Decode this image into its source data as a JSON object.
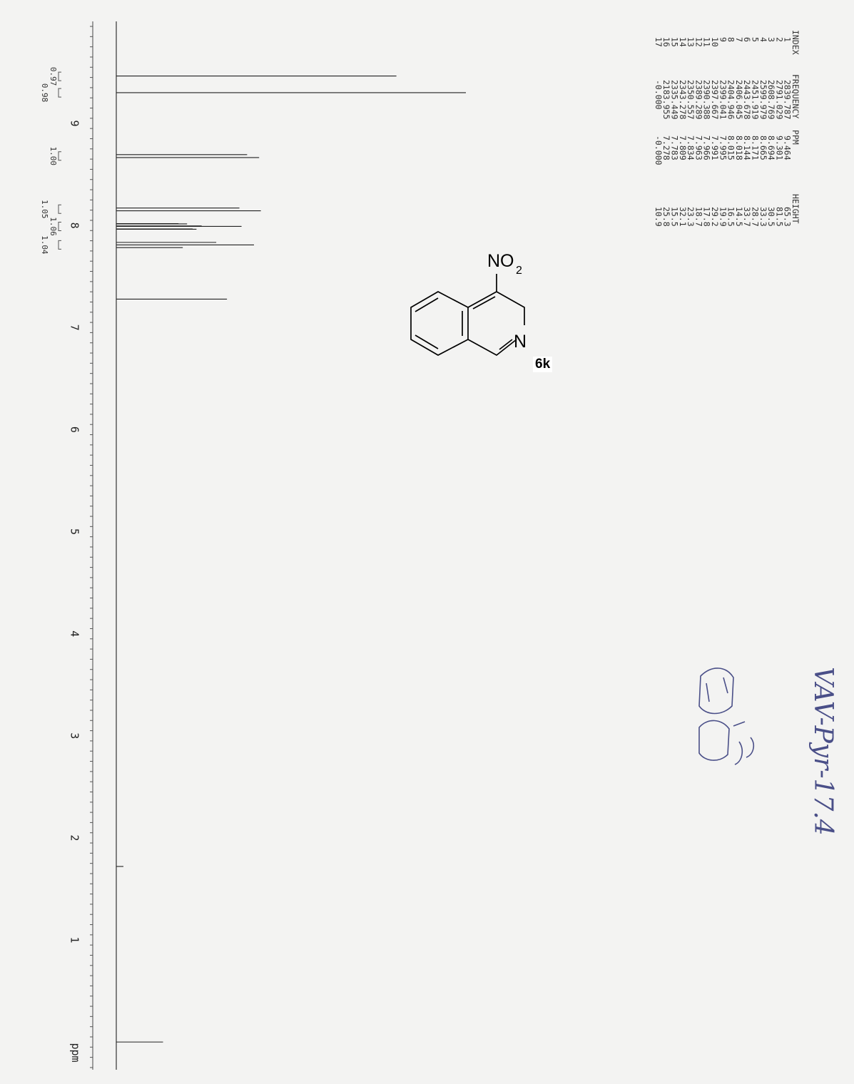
{
  "compound_label": "6k",
  "substituent_label": "NO",
  "substituent_subscript": "2",
  "ring_atom_label": "N",
  "handwritten_note": "VAV-Pyr-17.4",
  "table": {
    "headers": [
      "INDEX",
      "FREQUENCY",
      "PPM",
      "HEIGHT"
    ],
    "rows": [
      [
        "1",
        "2839.787",
        "9.464",
        "65.3"
      ],
      [
        "2",
        "2791.029",
        "9.301",
        "81.5"
      ],
      [
        "3",
        "2608.769",
        "8.694",
        "30.5"
      ],
      [
        "4",
        "2599.979",
        "8.665",
        "33.3"
      ],
      [
        "5",
        "2451.919",
        "8.171",
        "28.7"
      ],
      [
        "6",
        "2443.678",
        "8.144",
        "33.7"
      ],
      [
        "7",
        "2406.045",
        "8.018",
        "14.5"
      ],
      [
        "8",
        "2404.946",
        "8.015",
        "16.5"
      ],
      [
        "9",
        "2399.041",
        "7.995",
        "19.9"
      ],
      [
        "10",
        "2397.667",
        "7.991",
        "29.2"
      ],
      [
        "11",
        "2390.388",
        "7.966",
        "17.8"
      ],
      [
        "12",
        "2389.289",
        "7.963",
        "18.7"
      ],
      [
        "13",
        "2350.557",
        "7.834",
        "23.3"
      ],
      [
        "14",
        "2343.278",
        "7.809",
        "32.1"
      ],
      [
        "15",
        "2335.449",
        "7.783",
        "15.5"
      ],
      [
        "16",
        "2183.955",
        "7.278",
        "25.8"
      ],
      [
        "17",
        "-0.000",
        "-0.000",
        "10.9"
      ]
    ]
  },
  "chart_data": {
    "type": "line",
    "title": "",
    "xlabel": "ppm",
    "ylabel": "",
    "x_reversed": true,
    "xlim": [
      9.95,
      -0.45
    ],
    "x_ticks": [
      9,
      8,
      7,
      6,
      5,
      4,
      3,
      2,
      1
    ],
    "axis_label": "ppm",
    "peaks": [
      {
        "ppm": 9.464,
        "height": 65.3
      },
      {
        "ppm": 9.301,
        "height": 81.5
      },
      {
        "ppm": 8.694,
        "height": 30.5
      },
      {
        "ppm": 8.665,
        "height": 33.3
      },
      {
        "ppm": 8.171,
        "height": 28.7
      },
      {
        "ppm": 8.144,
        "height": 33.7
      },
      {
        "ppm": 8.018,
        "height": 14.5
      },
      {
        "ppm": 8.015,
        "height": 16.5
      },
      {
        "ppm": 7.995,
        "height": 19.9
      },
      {
        "ppm": 7.991,
        "height": 29.2
      },
      {
        "ppm": 7.966,
        "height": 17.8
      },
      {
        "ppm": 7.963,
        "height": 18.7
      },
      {
        "ppm": 7.834,
        "height": 23.3
      },
      {
        "ppm": 7.809,
        "height": 32.1
      },
      {
        "ppm": 7.783,
        "height": 15.5
      },
      {
        "ppm": 7.278,
        "height": 25.8
      },
      {
        "ppm": 1.72,
        "height": 1.0
      },
      {
        "ppm": 0.0,
        "height": 10.9
      }
    ],
    "integrals": [
      {
        "ppm": 9.46,
        "value": "0.97"
      },
      {
        "ppm": 9.3,
        "value": "0.98"
      },
      {
        "ppm": 8.68,
        "value": "1.00"
      },
      {
        "ppm": 8.16,
        "value": "1.05"
      },
      {
        "ppm": 7.99,
        "value": "1.06"
      },
      {
        "ppm": 7.81,
        "value": "1.04"
      }
    ]
  }
}
